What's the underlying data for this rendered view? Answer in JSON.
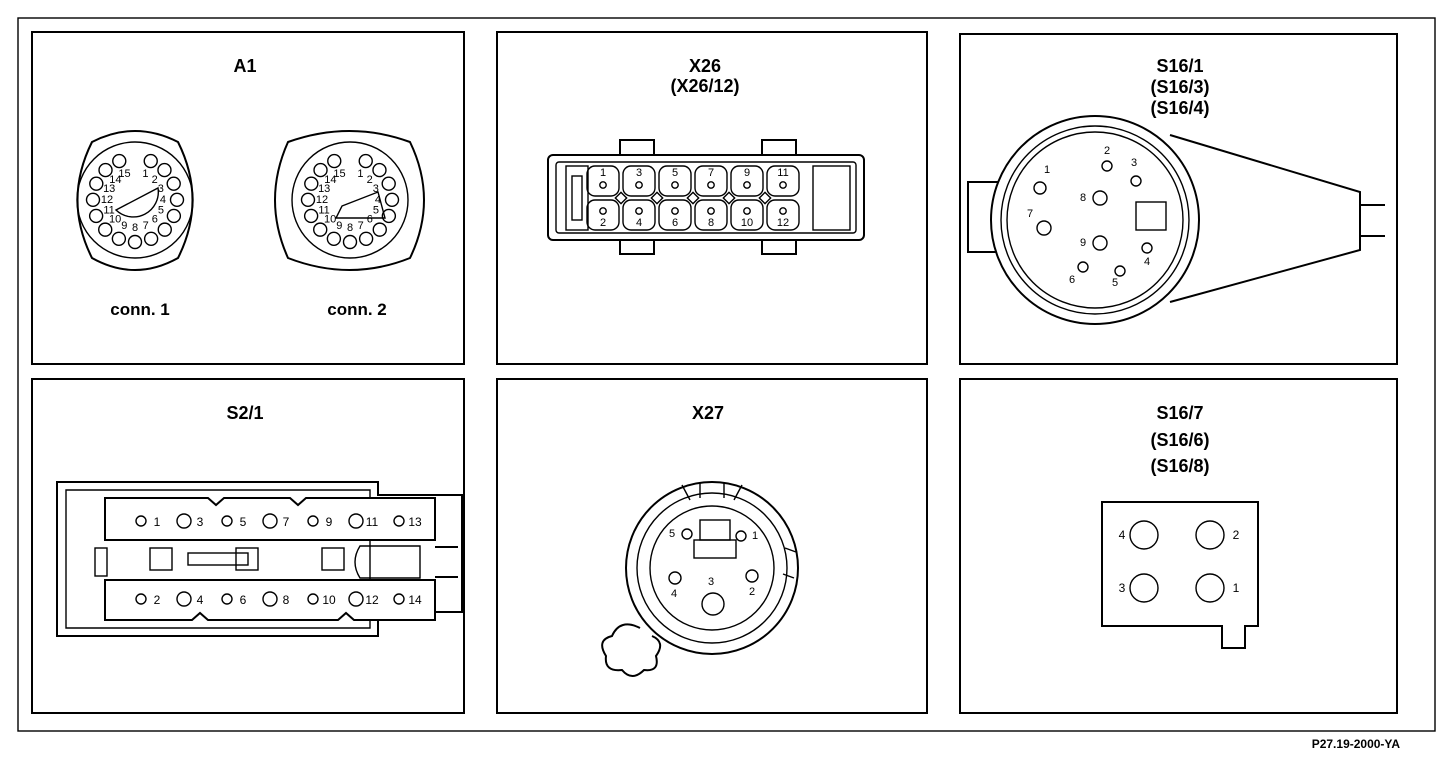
{
  "panels": {
    "a1": {
      "title": "A1",
      "conn1_label": "conn. 1",
      "conn2_label": "conn. 2"
    },
    "x26": {
      "title": "X26",
      "subtitle": "(X26/12)"
    },
    "s16_1": {
      "title": "S16/1",
      "subtitle1": "(S16/3)",
      "subtitle2": "(S16/4)"
    },
    "s2_1": {
      "title": "S2/1"
    },
    "x27": {
      "title": "X27"
    },
    "s16_7": {
      "title": "S16/7",
      "subtitle1": "(S16/6)",
      "subtitle2": "(S16/8)"
    }
  },
  "pins": {
    "a1_conn1": [
      "1",
      "2",
      "3",
      "4",
      "5",
      "6",
      "7",
      "8",
      "9",
      "10",
      "11",
      "12",
      "13",
      "14",
      "15"
    ],
    "a1_conn2": [
      "1",
      "2",
      "3",
      "4",
      "5",
      "6",
      "7",
      "8",
      "9",
      "10",
      "11",
      "12",
      "13",
      "14",
      "15"
    ],
    "x26_top": [
      "1",
      "3",
      "5",
      "7",
      "9",
      "11"
    ],
    "x26_bottom": [
      "2",
      "4",
      "6",
      "8",
      "10",
      "12"
    ],
    "s16_1": [
      "1",
      "2",
      "3",
      "4",
      "5",
      "6",
      "7",
      "8",
      "9"
    ],
    "s2_1_top": [
      "1",
      "3",
      "5",
      "7",
      "9",
      "11",
      "13"
    ],
    "s2_1_bottom": [
      "2",
      "4",
      "6",
      "8",
      "10",
      "12",
      "14"
    ],
    "x27": [
      "1",
      "2",
      "3",
      "4",
      "5"
    ],
    "s16_7": [
      "1",
      "2",
      "3",
      "4"
    ]
  },
  "figure_ref": "P27.19-2000-YA"
}
